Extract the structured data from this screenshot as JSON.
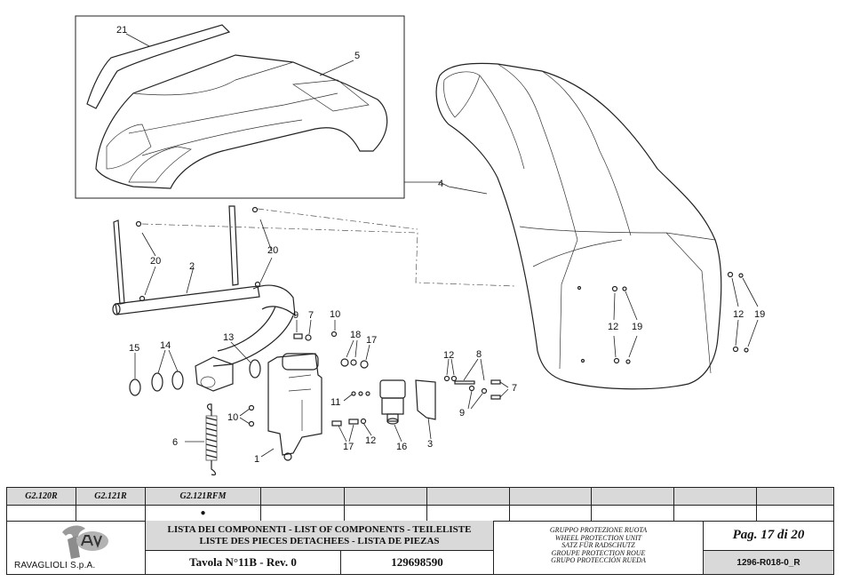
{
  "callouts": {
    "c21": "21",
    "c5": "5",
    "c4": "4",
    "c20a": "20",
    "c2": "2",
    "c20b": "20",
    "c9a": "9",
    "c7a": "7",
    "c10a": "10",
    "c18": "18",
    "c17a": "17",
    "c13": "13",
    "c15": "15",
    "c14": "14",
    "c12a": "12",
    "c8": "8",
    "c7b": "7",
    "c9b": "9",
    "c11": "11",
    "c10b": "10",
    "c6": "6",
    "c1": "1",
    "c17b": "17",
    "c12b": "12",
    "c16": "16",
    "c3": "3",
    "c12c": "12",
    "c19a": "19",
    "c12d": "12",
    "c19b": "19"
  },
  "title_block": {
    "models": [
      "G2.120R",
      "G2.121R",
      "G2.121RFM"
    ],
    "applicability_mark": "●",
    "company": "RAVAGLIOLI S.p.A.",
    "list_title_line1": "LISTA DEI COMPONENTI - LIST OF COMPONENTS - TEILELISTE",
    "list_title_line2": "LISTE DES PIECES DETACHEES - LISTA DE PIEZAS",
    "table_label": "Tavola N°11B - Rev. 0",
    "code_number": "129698590",
    "group_names": [
      "GRUPPO PROTEZIONE RUOTA",
      "WHEEL PROTECTION UNIT",
      "SATZ FÜR RADSCHUTZ",
      "GROUPE PROTECTION ROUE",
      "GRUPO PROTECCIÓN RUEDA"
    ],
    "page": "Pag. 17 di 20",
    "doc_code": "1296-R018-0_R"
  }
}
